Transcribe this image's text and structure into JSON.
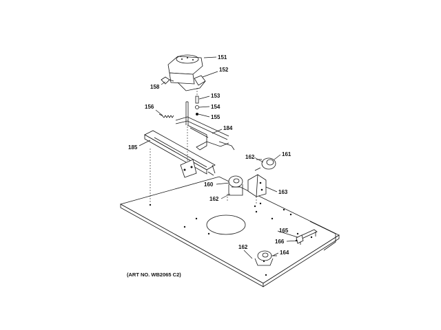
{
  "diagram": {
    "art_number": "(ART NO. WB2065 C2)",
    "labels": [
      {
        "id": "151",
        "text": "151"
      },
      {
        "id": "152",
        "text": "152"
      },
      {
        "id": "158",
        "text": "158"
      },
      {
        "id": "153",
        "text": "153"
      },
      {
        "id": "154",
        "text": "154"
      },
      {
        "id": "155",
        "text": "155"
      },
      {
        "id": "156",
        "text": "156"
      },
      {
        "id": "184",
        "text": "184"
      },
      {
        "id": "185",
        "text": "185"
      },
      {
        "id": "162a",
        "text": "162"
      },
      {
        "id": "161",
        "text": "161"
      },
      {
        "id": "160",
        "text": "160"
      },
      {
        "id": "163",
        "text": "163"
      },
      {
        "id": "162b",
        "text": "162"
      },
      {
        "id": "165",
        "text": "165"
      },
      {
        "id": "166",
        "text": "166"
      },
      {
        "id": "162c",
        "text": "162"
      },
      {
        "id": "164",
        "text": "164"
      }
    ]
  }
}
